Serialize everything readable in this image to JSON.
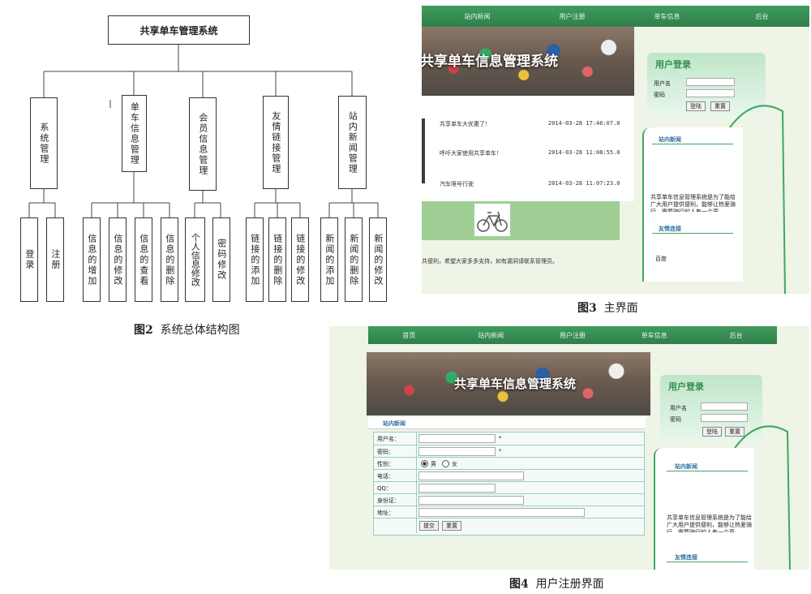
{
  "figure2": {
    "root": "共享单车管理系统",
    "modules": [
      {
        "label": "系统管理",
        "children": [
          "登录",
          "注册"
        ]
      },
      {
        "label": "单车信息管理",
        "children": [
          "信息的增加",
          "信息的修改",
          "信息的查看",
          "信息的删除"
        ]
      },
      {
        "label": "会员信息管理",
        "children": [
          "个人信息修改",
          "密码修改"
        ]
      },
      {
        "label": "友情链接管理",
        "children": [
          "链接的添加",
          "链接的删除",
          "链接的修改"
        ]
      },
      {
        "label": "站内新闻管理",
        "children": [
          "新闻的添加",
          "新闻的删除",
          "新闻的修改"
        ]
      }
    ],
    "caption_num": "图2",
    "caption_text": "系统总体结构图"
  },
  "figure3": {
    "nav": [
      "站内新闻",
      "用户注册",
      "单车信息",
      "后台"
    ],
    "banner_title": "共享单车信息管理系统",
    "login": {
      "title": "用户登录",
      "user_label": "用户名",
      "pass_label": "密码",
      "login_btn": "登陆",
      "reset_btn": "重置"
    },
    "news": [
      {
        "title": "共享单车大优惠了！",
        "time": "2014-03-28 17:46:07.0"
      },
      {
        "title": "呼吁大家使用共享单车！",
        "time": "2014-03-28 11:08:55.0"
      },
      {
        "title": "汽车限号行驶",
        "time": "2014-03-28 11:07:23.0"
      }
    ],
    "side_news_head": "站内新闻",
    "side_news_text": "共享单车信息管理系统是为了能给 广大用户提供便利，能够让热爱骑行，需要骑行的人有一个更",
    "links_head": "友情连接",
    "link_item": "百度",
    "footer": "共便利，希望大家多多支持，如有漏洞请联系管理员。",
    "caption_num": "图3",
    "caption_text": "主界面"
  },
  "figure4": {
    "nav": [
      "首页",
      "站内新闻",
      "用户注册",
      "单车信息",
      "后台"
    ],
    "banner_title": "共享单车信息管理系统",
    "login": {
      "title": "用户登录",
      "user_label": "用户名",
      "pass_label": "密码",
      "login_btn": "登陆",
      "reset_btn": "重置"
    },
    "section_head": "站内新闻",
    "form": {
      "username_label": "用户名：",
      "password_label": "密码：",
      "gender_label": "性别：",
      "gender_male": "男",
      "gender_female": "女",
      "phone_label": "电话：",
      "qq_label": "QQ：",
      "id_label": "身份证：",
      "address_label": "地址：",
      "required_mark": "*",
      "submit_btn": "提交",
      "reset_btn": "重置"
    },
    "side_news_head": "站内新闻",
    "side_news_text": "共享单车信息管理系统是为了能给 广大用户提供便利，能够让热爱骑行，需要骑行的人有一个更",
    "links_head": "友情连接",
    "caption_num": "图4",
    "caption_text": "用户注册界面"
  }
}
